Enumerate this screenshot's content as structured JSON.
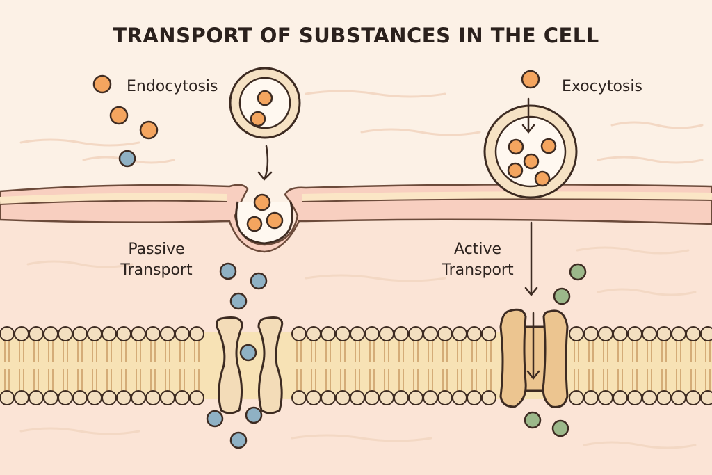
{
  "title": "TRANSPORT OF SUBSTANCES IN THE CELL",
  "labels": {
    "endocytosis": "Endocytosis",
    "exocytosis": "Exocytosis",
    "passive_line1": "Passive",
    "passive_line2": "Transport",
    "active_line1": "Active",
    "active_line2": "Transport"
  },
  "colors": {
    "orange": "#f4a55f",
    "blue": "#8fb1c4",
    "green": "#9cb88a",
    "outline": "#3d2b22",
    "membrane_band": "#f7e2b5",
    "cytoplasm": "#fbe4d6",
    "background": "#fcf1e6"
  }
}
